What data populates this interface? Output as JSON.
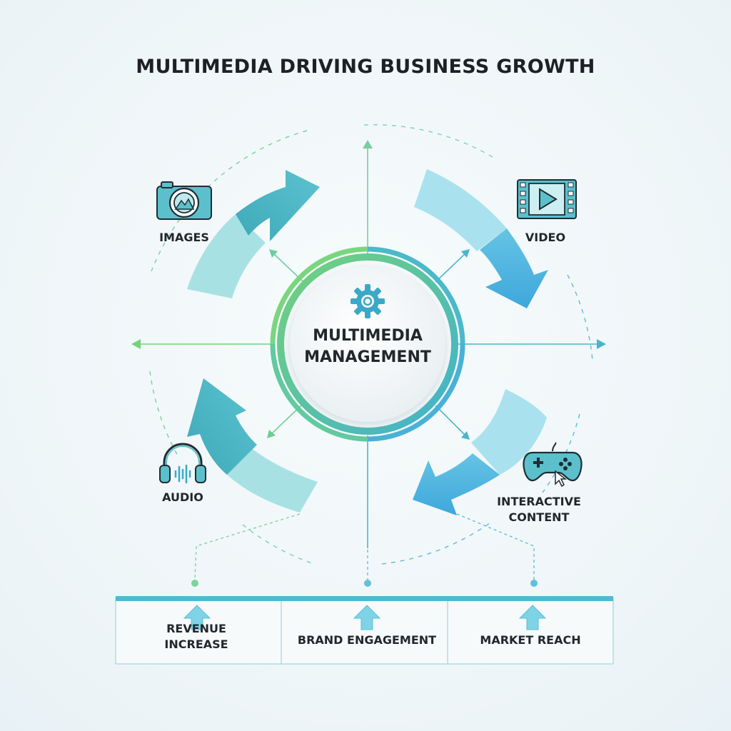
{
  "title": "MULTIMEDIA DRIVING BUSINESS GROWTH",
  "center": {
    "line1": "MULTIMEDIA",
    "line2": "MANAGEMENT",
    "icon": "gear-icon"
  },
  "media": {
    "images": {
      "label": "IMAGES",
      "icon": "camera-icon"
    },
    "video": {
      "label": "VIDEO",
      "icon": "film-play-icon"
    },
    "audio": {
      "label": "AUDIO",
      "icon": "headphones-icon"
    },
    "interactive": {
      "line1": "INTERACTIVE",
      "line2": "CONTENT",
      "icon": "gamepad-icon"
    }
  },
  "outcomes": [
    {
      "line1": "REVENUE",
      "line2": "INCREASE",
      "icon": "up-arrow-icon"
    },
    {
      "line1": "BRAND ENGAGEMENT",
      "line2": "",
      "icon": "up-arrow-icon"
    },
    {
      "line1": "MARKET REACH",
      "line2": "",
      "icon": "up-arrow-icon"
    }
  ],
  "colors": {
    "teal": "#4ab5c4",
    "light_teal": "#a6e0ea",
    "blue": "#4aaee0",
    "green": "#6ccf7a",
    "text": "#1d2126"
  }
}
